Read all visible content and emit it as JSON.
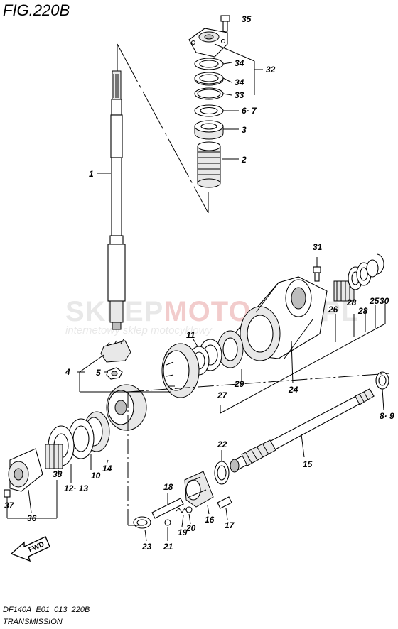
{
  "figure": {
    "title": "FIG.220B",
    "model_code": "DF140A_E01_013_220B",
    "caption": "TRANSMISSION",
    "direction_label": "FWD"
  },
  "watermark": {
    "brand_a": "SKLEP",
    "brand_b": "MOTO",
    "brand_c": ".PL",
    "tagline": "internetowy sklep motocyklowy"
  },
  "callouts": [
    {
      "id": "c1",
      "text": "1"
    },
    {
      "id": "c2",
      "text": "2"
    },
    {
      "id": "c3",
      "text": "3"
    },
    {
      "id": "c4",
      "text": "4"
    },
    {
      "id": "c5",
      "text": "5"
    },
    {
      "id": "c6_7",
      "text": "6· 7"
    },
    {
      "id": "c8_9",
      "text": "8· 9"
    },
    {
      "id": "c10",
      "text": "10"
    },
    {
      "id": "c11",
      "text": "11"
    },
    {
      "id": "c12_13",
      "text": "12· 13"
    },
    {
      "id": "c14",
      "text": "14"
    },
    {
      "id": "c15",
      "text": "15"
    },
    {
      "id": "c16",
      "text": "16"
    },
    {
      "id": "c17",
      "text": "17"
    },
    {
      "id": "c18",
      "text": "18"
    },
    {
      "id": "c19",
      "text": "19"
    },
    {
      "id": "c20",
      "text": "20"
    },
    {
      "id": "c21",
      "text": "21"
    },
    {
      "id": "c22",
      "text": "22"
    },
    {
      "id": "c23",
      "text": "23"
    },
    {
      "id": "c24",
      "text": "24"
    },
    {
      "id": "c25",
      "text": "25"
    },
    {
      "id": "c26",
      "text": "26"
    },
    {
      "id": "c27",
      "text": "27"
    },
    {
      "id": "c28a",
      "text": "28"
    },
    {
      "id": "c28b",
      "text": "28"
    },
    {
      "id": "c29",
      "text": "29"
    },
    {
      "id": "c30",
      "text": "30"
    },
    {
      "id": "c31",
      "text": "31"
    },
    {
      "id": "c32",
      "text": "32"
    },
    {
      "id": "c33",
      "text": "33"
    },
    {
      "id": "c34a",
      "text": "34"
    },
    {
      "id": "c34b",
      "text": "34"
    },
    {
      "id": "c35",
      "text": "35"
    },
    {
      "id": "c36",
      "text": "36"
    },
    {
      "id": "c37",
      "text": "37"
    },
    {
      "id": "c38",
      "text": "38"
    }
  ]
}
